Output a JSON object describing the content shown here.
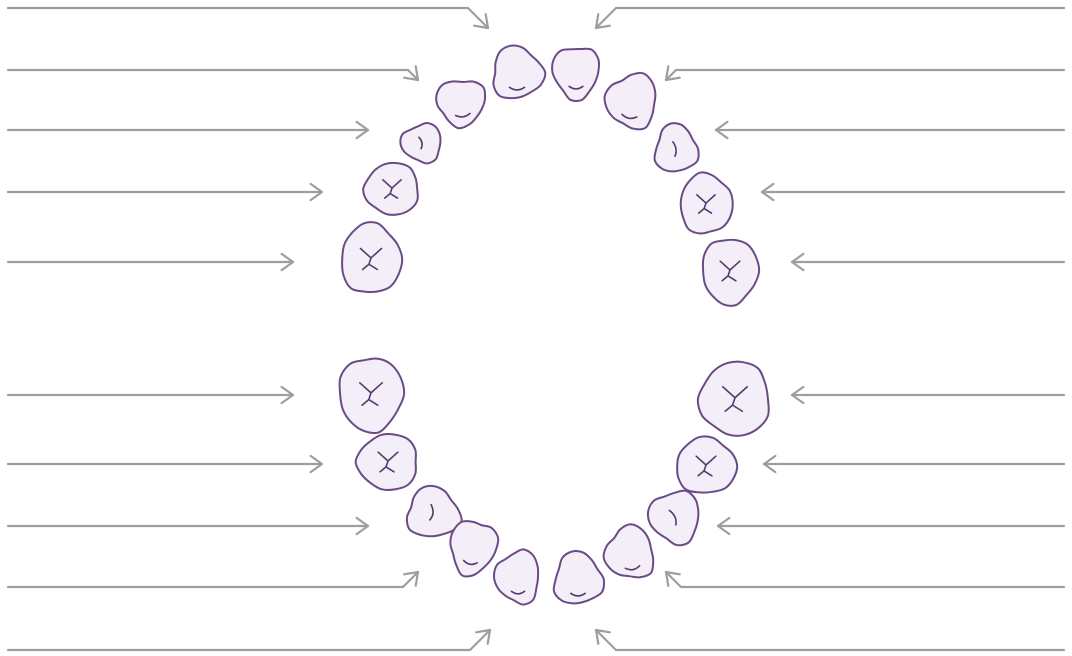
{
  "diagram": {
    "type": "tooth-numbering-worksheet",
    "arches": [
      "upper",
      "lower"
    ],
    "label_slots_per_side_per_arch": 5,
    "labels": []
  },
  "colors": {
    "background": "#ffffff",
    "arrow": "#9e9e9e",
    "tooth_fill": "#f3eef7",
    "tooth_outline": "#6b4b86",
    "tooth_detail": "#553a6e"
  },
  "teeth": {
    "upper": [
      {
        "id": "upper-left-central-incisor",
        "kind": "incisor"
      },
      {
        "id": "upper-left-lateral-incisor",
        "kind": "incisor"
      },
      {
        "id": "upper-left-canine",
        "kind": "canine"
      },
      {
        "id": "upper-left-first-molar",
        "kind": "molar"
      },
      {
        "id": "upper-left-second-molar",
        "kind": "molar"
      },
      {
        "id": "upper-right-central-incisor",
        "kind": "incisor"
      },
      {
        "id": "upper-right-lateral-incisor",
        "kind": "incisor"
      },
      {
        "id": "upper-right-canine",
        "kind": "canine"
      },
      {
        "id": "upper-right-first-molar",
        "kind": "molar"
      },
      {
        "id": "upper-right-second-molar",
        "kind": "molar"
      }
    ],
    "lower": [
      {
        "id": "lower-left-second-molar",
        "kind": "molar"
      },
      {
        "id": "lower-left-first-molar",
        "kind": "molar"
      },
      {
        "id": "lower-left-canine",
        "kind": "canine"
      },
      {
        "id": "lower-left-lateral-incisor",
        "kind": "incisor"
      },
      {
        "id": "lower-left-central-incisor",
        "kind": "incisor"
      },
      {
        "id": "lower-right-second-molar",
        "kind": "molar"
      },
      {
        "id": "lower-right-first-molar",
        "kind": "molar"
      },
      {
        "id": "lower-right-canine",
        "kind": "canine"
      },
      {
        "id": "lower-right-lateral-incisor",
        "kind": "incisor"
      },
      {
        "id": "lower-right-central-incisor",
        "kind": "incisor"
      }
    ]
  }
}
